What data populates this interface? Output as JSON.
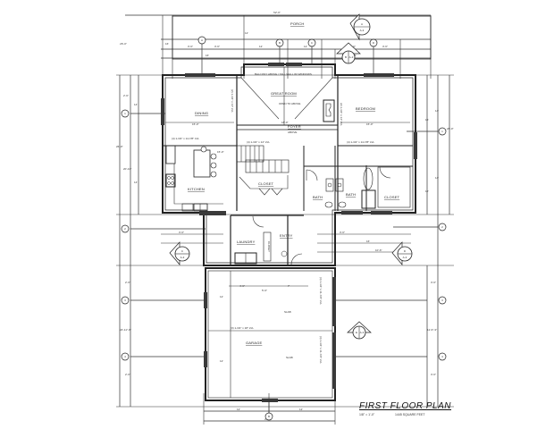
{
  "drawing": {
    "title": "FIRST FLOOR PLAN",
    "scale": "1/8\" = 1'-0\"",
    "area": "1445 SQUARE FEET"
  },
  "rooms": {
    "porch": "PORCH",
    "dining": "DINING",
    "dining_dim": "15'-0\"",
    "great_room": "GREAT ROOM",
    "great_room_note": "BALCONY ABOVE / TALL WALL W/ WINDOWS",
    "open_to_above": "OPEN TO ABOVE",
    "great_room_dim": "18'-0\"",
    "foyer": "FOYER",
    "foyer_sub": "ABOVE",
    "bedroom": "BEDROOM",
    "bedroom_dim": "15'-0\"",
    "kitchen": "KITCHEN",
    "kitchen_dim": "15'-0\"",
    "closet_stair": "CLOSET",
    "bath_1": "BATH",
    "bath_2": "BATH",
    "closet_master": "CLOSET",
    "laundry": "LAUNDRY",
    "closet_laundry": "CLOSET",
    "entry": "ENTRY",
    "garage": "GARAGE",
    "garage_slab_1": "SLAB",
    "garage_slab_2": "SLAB"
  },
  "beams": {
    "dining_header": "(4) 1-3/4\" x 14-7/8\" LVL",
    "dining_side": "(2) 1-3/4\" x 14\" LVL",
    "great_room_header": "(4) 1-3/4\" x 14\" LVL",
    "bedroom_header": "(4) 1-3/4\" x 14-7/8\" LVL",
    "bedroom_side": "(2) 1-3/4\" x 14\" LVL",
    "garage_beam": "(3) 1-3/4\" x 18\" LVL",
    "garage_side_1": "(3) 1-3/4\" x 11-7/8\" LVL",
    "garage_side_2": "(3) 1-3/4\" x 11-7/8\" LVL"
  },
  "dimensions": {
    "top_overall": "52'-0\"",
    "top_segments": [
      "3'-6\"",
      "3'-6\"",
      "12'",
      "12'",
      "3'-6\"",
      "3'-6\""
    ],
    "top_sub": [
      "16'",
      "16'"
    ],
    "top_porch_depth": "12'",
    "top_left_offset": "16'",
    "left_overall": "26'-0\"",
    "left_segments": [
      "2'-6\"",
      "20'-10\"",
      "14'",
      "14'"
    ],
    "left_lower": [
      "2'-6\"",
      "24'-11\"-6\"",
      "2'-6\""
    ],
    "right_overall": "26'-0\"",
    "right_segments": [
      "14'",
      "14'",
      "16'",
      "12'"
    ],
    "right_lower": [
      "3'-6\"",
      "11'-6\"-3\"",
      "3'-6\""
    ],
    "bottom_segments": [
      "12'",
      "12'"
    ],
    "bottom_overall": "24'-0\"",
    "garage_inner": [
      "4'-6\"",
      "5'-6\"",
      "7'"
    ],
    "garage_depth": [
      "12'",
      "12'"
    ],
    "entry_dims": [
      "3'-6\"",
      "3'-6\""
    ],
    "mid_dims": [
      "3'-6\"",
      "3'-6\"",
      "16'",
      "10'-6\""
    ]
  },
  "grid_bubbles": {
    "top": [
      "A",
      "B",
      "C",
      "D"
    ],
    "left": [
      "1",
      "2",
      "3",
      "4"
    ],
    "right": [
      "1",
      "2",
      "3",
      "4"
    ],
    "bottom": [
      "B"
    ]
  },
  "sections": {
    "top_section": {
      "id": "A",
      "sheet": "A-3"
    },
    "center_section": {
      "id": "B",
      "sheet": "A-3"
    },
    "left_section": {
      "id": "C",
      "sheet": "A-3"
    },
    "right_section": {
      "id": "D",
      "sheet": "A-3"
    },
    "garage_section": {
      "id": "E",
      "sheet": "A-3"
    }
  }
}
